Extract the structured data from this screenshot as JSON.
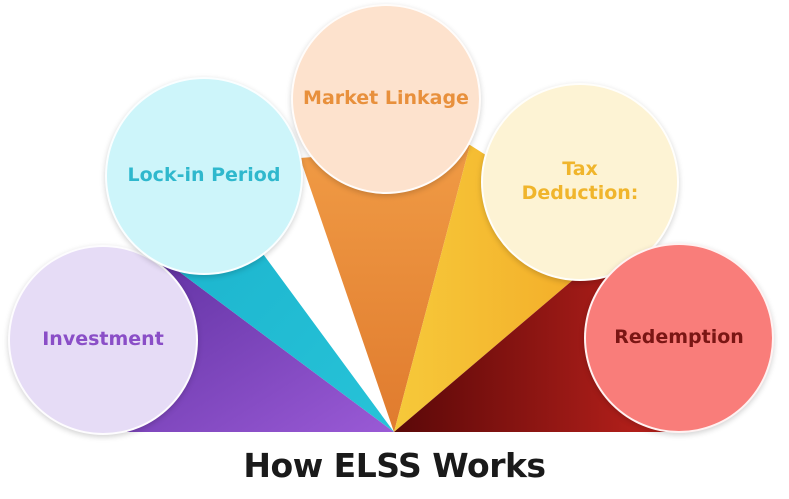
{
  "title": "How ELSS Works",
  "stages": [
    {
      "label": "Investment",
      "bubble_color": "#e6dcf6",
      "text_color": "#8a4ec7",
      "wedge_color": "#8a4ec7"
    },
    {
      "label": "Lock-in Period",
      "bubble_color": "#cdf5fa",
      "text_color": "#2fb8cd",
      "wedge_color": "#1fb5cf"
    },
    {
      "label": "Market Linkage",
      "bubble_color": "#fde2cd",
      "text_color": "#e8903c",
      "wedge_color": "#e8893a"
    },
    {
      "label": "Tax\nDeduction:",
      "bubble_color": "#fdf3d4",
      "text_color": "#f0b52c",
      "wedge_color": "#f5c33a"
    },
    {
      "label": "Redemption",
      "bubble_color": "#f97d7a",
      "text_color": "#7a1614",
      "wedge_color": "#8f1412"
    }
  ]
}
